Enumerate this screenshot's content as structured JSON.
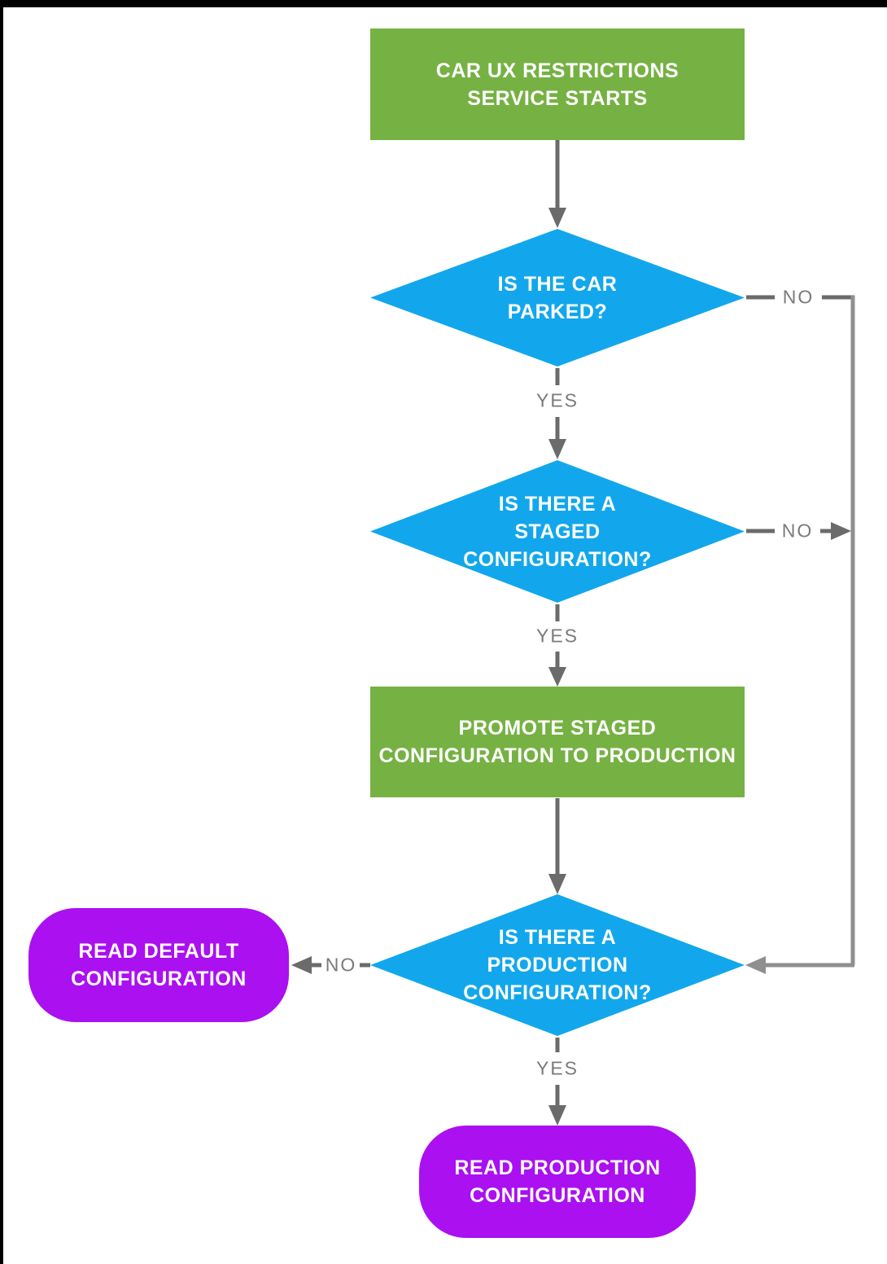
{
  "theme": {
    "green": "#76B143",
    "blue": "#12A7EC",
    "purple": "#AA10F0",
    "arrow-dark": "#6B6B6B",
    "arrow-light": "#8F8F8F",
    "label-gray": "#7A7A7A"
  },
  "flowchart": {
    "nodes": {
      "start": {
        "label": "CAR UX RESTRICTIONS\nSERVICE STARTS",
        "type": "process"
      },
      "is_car_parked": {
        "label": "IS THE CAR\nPARKED?",
        "type": "decision"
      },
      "is_staged_config": {
        "label": "IS THERE A\nSTAGED\nCONFIGURATION?",
        "type": "decision"
      },
      "promote_staged": {
        "label": "PROMOTE STAGED\nCONFIGURATION TO PRODUCTION",
        "type": "process"
      },
      "is_prod_config": {
        "label": "IS THERE A\nPRODUCTION\nCONFIGURATION?",
        "type": "decision"
      },
      "read_default": {
        "label": "READ DEFAULT\nCONFIGURATION",
        "type": "terminal"
      },
      "read_production": {
        "label": "READ PRODUCTION\nCONFIGURATION",
        "type": "terminal"
      }
    },
    "edge_labels": {
      "parked_no": "NO",
      "parked_yes": "YES",
      "staged_no": "NO",
      "staged_yes": "YES",
      "prod_no": "NO",
      "prod_yes": "YES"
    }
  }
}
